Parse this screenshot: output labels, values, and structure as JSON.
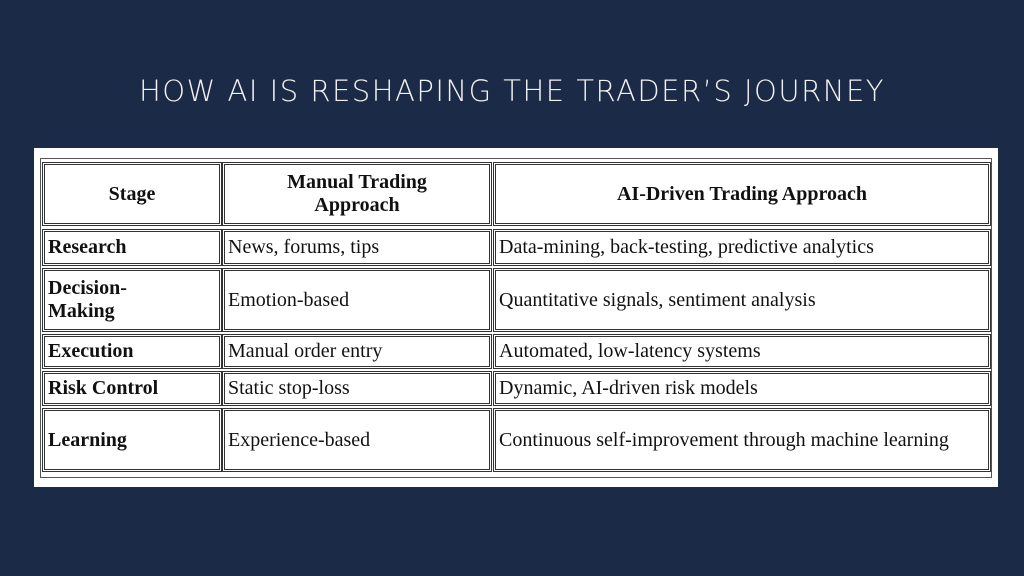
{
  "title": "HOW AI IS RESHAPING THE TRADER’S JOURNEY",
  "table": {
    "headers": [
      "Stage",
      "Manual Trading Approach",
      "AI-Driven Trading Approach"
    ],
    "rows": [
      [
        "Research",
        "News, forums, tips",
        "Data-mining, back-testing, predictive analytics"
      ],
      [
        "Decision-Making",
        "Emotion-based",
        "Quantitative signals, sentiment analysis"
      ],
      [
        "Execution",
        "Manual order entry",
        "Automated, low-latency systems"
      ],
      [
        "Risk Control",
        "Static stop-loss",
        "Dynamic, AI-driven risk models"
      ],
      [
        "Learning",
        "Experience-based",
        "Continuous self-improvement through machine learning"
      ]
    ]
  }
}
